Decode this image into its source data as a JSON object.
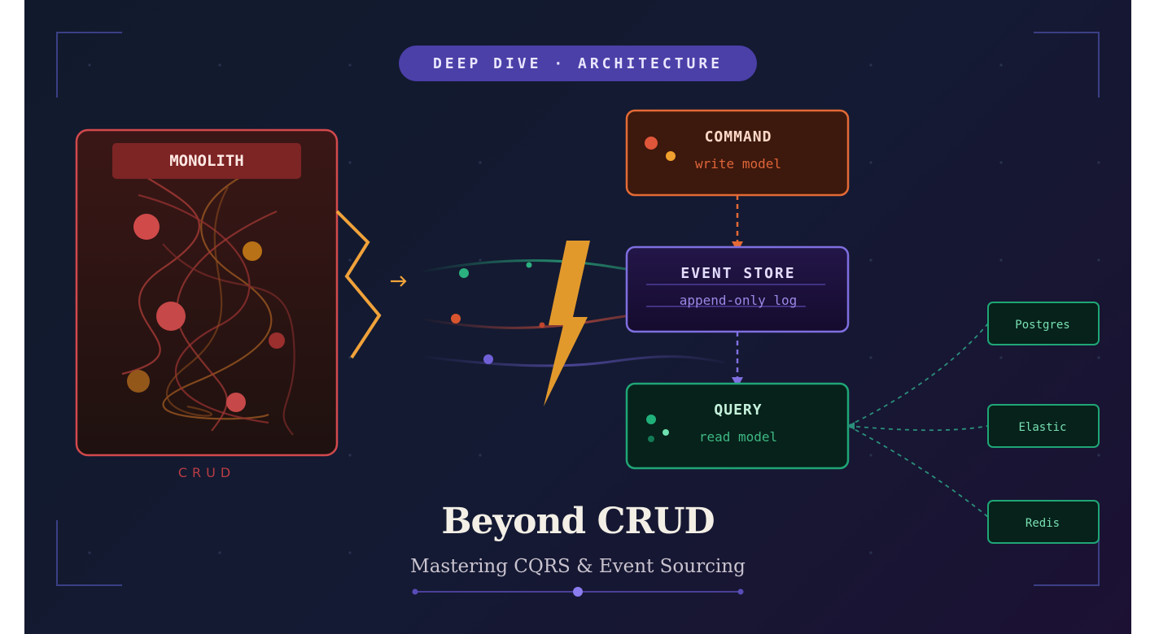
{
  "badge": {
    "label": "DEEP DIVE · ARCHITECTURE"
  },
  "monolith": {
    "title": "MONOLITH",
    "caption": "CRUD"
  },
  "command": {
    "title": "COMMAND",
    "subtitle": "write model"
  },
  "event_store": {
    "title": "EVENT STORE",
    "subtitle": "append-only log"
  },
  "query": {
    "title": "QUERY",
    "subtitle": "read model"
  },
  "read_stores": [
    "Postgres",
    "Elastic",
    "Redis"
  ],
  "headline": {
    "title": "Beyond CRUD",
    "subtitle": "Mastering CQRS & Event Sourcing"
  },
  "colors": {
    "background": "#131a30",
    "accent_purple": "#4b3fa8",
    "monolith_red": "#d2494d",
    "command_orange": "#e36a35",
    "event_violet": "#7f6fe0",
    "query_green": "#1fa676",
    "bolt_amber": "#e2992c"
  },
  "icons": [
    "arrow-right-icon",
    "lightning-bolt-icon",
    "arrowhead-down-icon"
  ]
}
